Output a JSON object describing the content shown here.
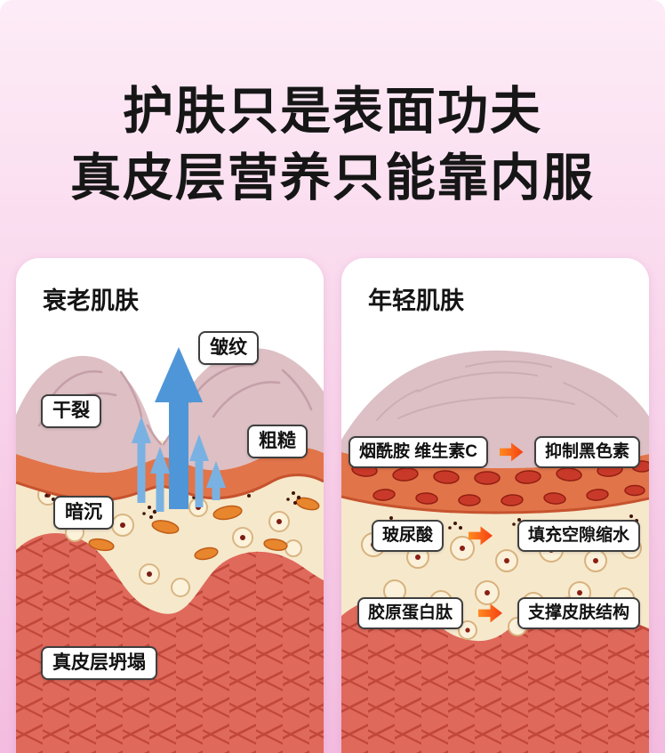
{
  "title": {
    "line1": "护肤只是表面功夫",
    "line2": "真皮层营养只能靠内服"
  },
  "aging_panel": {
    "title": "衰老肌肤",
    "labels": {
      "wrinkles": "皱纹",
      "cracking": "干裂",
      "roughness": "粗糙",
      "dullness": "暗沉",
      "dermis_collapse": "真皮层坍塌"
    }
  },
  "young_panel": {
    "title": "年轻肌肤",
    "rows": [
      {
        "ingredient": "烟酰胺 维生素C",
        "effect": "抑制黑色素"
      },
      {
        "ingredient": "玻尿酸",
        "effect": "填充空隙缩水"
      },
      {
        "ingredient": "胶原蛋白肽",
        "effect": "支撑皮肤结构"
      }
    ]
  },
  "icons": {
    "moisture_arrows": "up-arrows-moisture-loss",
    "effect_arrow": "right-arrow"
  },
  "colors": {
    "background_top": "#fdecf7",
    "background_bottom": "#f3bce0",
    "skin_surface_pink": "#ddbfc4",
    "epidermis_orange": "#e2744a",
    "dermis_cream": "#f6e8cb",
    "hypodermis_red": "#df695b",
    "moisture_arrow_blue": "#4e96d7",
    "effect_arrow_orange": "#f43f12"
  }
}
